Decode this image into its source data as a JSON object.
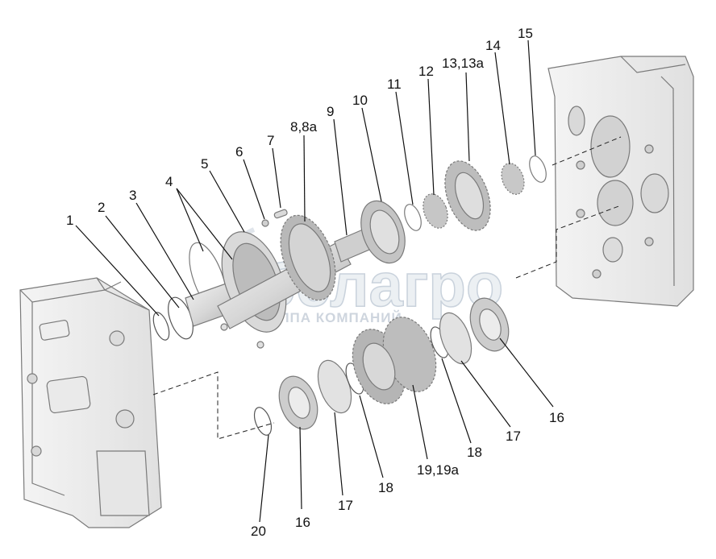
{
  "diagram": {
    "watermark": {
      "brand": "белагро",
      "subtitle": "ГРУППА КОМПАНИЙ"
    },
    "colors": {
      "metal_light": "#e9e9e9",
      "metal_mid": "#c8c8c8",
      "metal_dark": "#9a9a9a",
      "gear_teeth": "#b5b5b5",
      "outline": "#777777",
      "watermark": "#cfd6dd"
    },
    "callouts": [
      {
        "id": "c1",
        "label": "1"
      },
      {
        "id": "c2",
        "label": "2"
      },
      {
        "id": "c3",
        "label": "3"
      },
      {
        "id": "c4",
        "label": "4"
      },
      {
        "id": "c5",
        "label": "5"
      },
      {
        "id": "c6",
        "label": "6"
      },
      {
        "id": "c7",
        "label": "7"
      },
      {
        "id": "c8",
        "label": "8,8а"
      },
      {
        "id": "c9",
        "label": "9"
      },
      {
        "id": "c10",
        "label": "10"
      },
      {
        "id": "c11",
        "label": "11"
      },
      {
        "id": "c12",
        "label": "12"
      },
      {
        "id": "c13",
        "label": "13,13а"
      },
      {
        "id": "c14",
        "label": "14"
      },
      {
        "id": "c15",
        "label": "15"
      },
      {
        "id": "c16a",
        "label": "16"
      },
      {
        "id": "c17a",
        "label": "17"
      },
      {
        "id": "c18a",
        "label": "18"
      },
      {
        "id": "c19",
        "label": "19,19а"
      },
      {
        "id": "c18b",
        "label": "18"
      },
      {
        "id": "c17b",
        "label": "17"
      },
      {
        "id": "c16b",
        "label": "16"
      },
      {
        "id": "c20",
        "label": "20"
      }
    ]
  }
}
